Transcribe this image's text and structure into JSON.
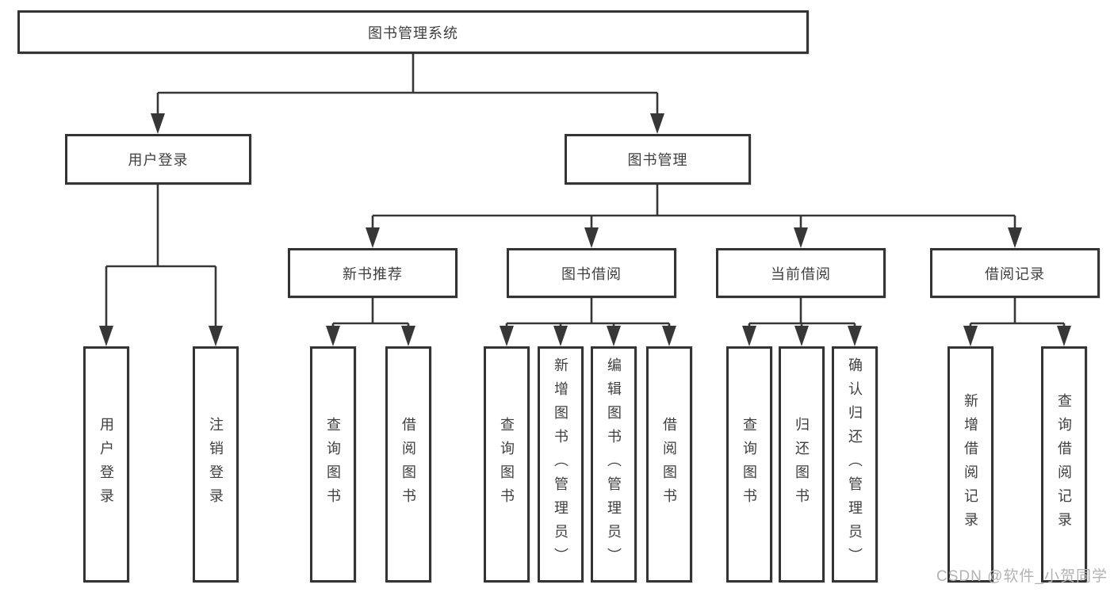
{
  "diagram_title": "图书管理系统",
  "nodes": {
    "root": "图书管理系统",
    "user_login": "用户登录",
    "book_mgmt": "图书管理",
    "new_book_rec": "新书推荐",
    "book_borrow": "图书借阅",
    "current_borrow": "当前借阅",
    "borrow_records": "借阅记录",
    "leaf_user_login": "用户登录",
    "leaf_logout": "注销登录",
    "leaf_query_book_newrec": "查询图书",
    "leaf_borrow_book_newrec": "借阅图书",
    "leaf_query_book_borrow": "查询图书",
    "leaf_add_book_admin": "新增图书（管理员）",
    "leaf_edit_book_admin": "编辑图书（管理员）",
    "leaf_borrow_book_borrow": "借阅图书",
    "leaf_query_book_current": "查询图书",
    "leaf_return_book": "归还图书",
    "leaf_confirm_return_admin": "确认归还（管理员）",
    "leaf_add_borrow_record": "新增借阅记录",
    "leaf_query_borrow_record": "查询借阅记录"
  },
  "hierarchy": {
    "图书管理系统": {
      "用户登录": [
        "用户登录",
        "注销登录"
      ],
      "图书管理": {
        "新书推荐": [
          "查询图书",
          "借阅图书"
        ],
        "图书借阅": [
          "查询图书",
          "新增图书（管理员）",
          "编辑图书（管理员）",
          "借阅图书"
        ],
        "当前借阅": [
          "查询图书",
          "归还图书",
          "确认归还（管理员）"
        ],
        "借阅记录": [
          "新增借阅记录",
          "查询借阅记录"
        ]
      }
    }
  },
  "watermark": "CSDN @软件_小贺同学",
  "colors": {
    "background": "#ffffff",
    "box_border": "#343434",
    "line": "#373737",
    "text": "#3f3f3f",
    "watermark": "#b2b2b2"
  }
}
